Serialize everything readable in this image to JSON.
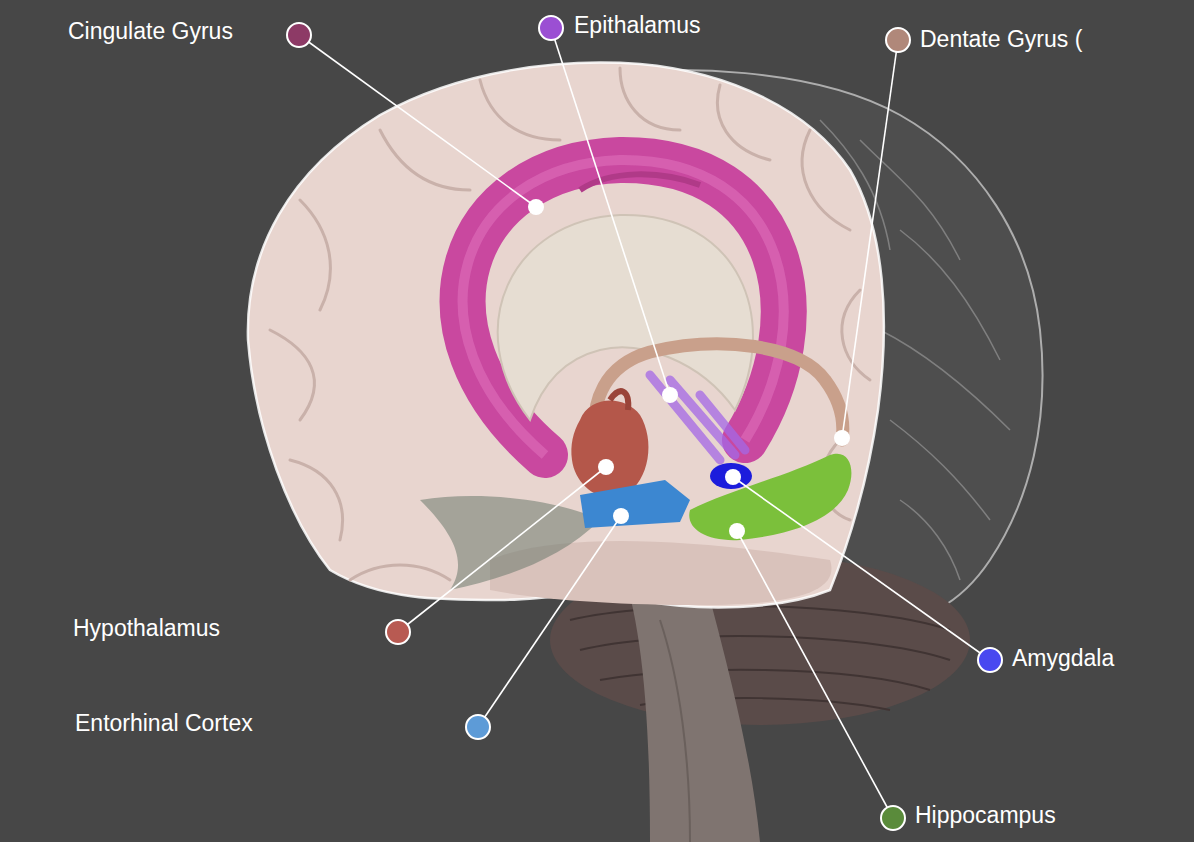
{
  "diagram": {
    "labels": [
      "Cingulate Gyrus",
      "Epithalamus",
      "Dentate Gyrus (",
      "Hypothalamus",
      "Entorhinal Cortex",
      "Amygdala",
      "Hippocampus"
    ]
  }
}
